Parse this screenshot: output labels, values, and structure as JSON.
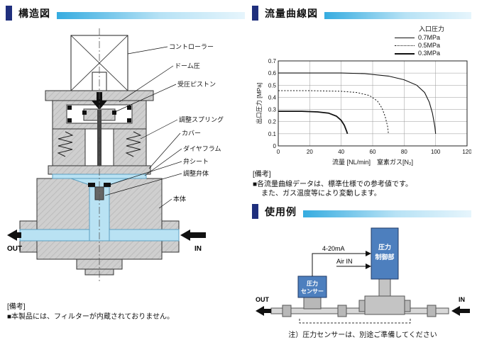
{
  "page": {
    "accent_dark": "#1f2f7d",
    "accent_light": "#36ace0",
    "flow_color": "#b9e2f3",
    "box_blue": "#4d7fbe"
  },
  "structure_section": {
    "title": "構造図",
    "labels": {
      "controller": "コントローラー",
      "dome_pressure": "ドーム圧",
      "piston": "受圧ピストン",
      "spring": "調整スプリング",
      "cover": "カバー",
      "diaphragm": "ダイヤフラム",
      "valve_seat": "弁シート",
      "valve_plug": "調整弁体",
      "body": "本体",
      "out": "OUT",
      "in": "IN"
    },
    "note_title": "[備考]",
    "note_text": "■本製品には、フィルターが内蔵されておりません。"
  },
  "flow_section": {
    "title": "流量曲線図",
    "legend_title": "入口圧力",
    "note_title": "[備考]",
    "note_line1": "■各流量曲線データは、標準仕様での参考値です。",
    "note_line2": "また、ガス温度等により変動します。"
  },
  "chart_data": {
    "type": "line",
    "title": "",
    "xlabel": "流量 [NL/min]　窒素ガス[N₂]",
    "ylabel": "出口圧力 [MPa]",
    "xlim": [
      0,
      120
    ],
    "ylim": [
      0,
      0.7
    ],
    "xticks": [
      0,
      20,
      40,
      60,
      80,
      100,
      120
    ],
    "yticks": [
      0,
      0.1,
      0.2,
      0.3,
      0.4,
      0.5,
      0.6,
      0.7
    ],
    "grid": true,
    "legend_position": "top-right-outside",
    "series": [
      {
        "name": "0.7MPa",
        "style": "solid",
        "points": [
          [
            0,
            0.6
          ],
          [
            20,
            0.6
          ],
          [
            40,
            0.6
          ],
          [
            55,
            0.595
          ],
          [
            70,
            0.575
          ],
          [
            80,
            0.545
          ],
          [
            88,
            0.5
          ],
          [
            93,
            0.44
          ],
          [
            96,
            0.36
          ],
          [
            98,
            0.27
          ],
          [
            99.5,
            0.16
          ],
          [
            100,
            0.1
          ]
        ]
      },
      {
        "name": "0.5MPa",
        "style": "dashed",
        "points": [
          [
            0,
            0.455
          ],
          [
            20,
            0.455
          ],
          [
            40,
            0.45
          ],
          [
            50,
            0.44
          ],
          [
            58,
            0.415
          ],
          [
            63,
            0.37
          ],
          [
            66,
            0.31
          ],
          [
            68,
            0.24
          ],
          [
            69.5,
            0.16
          ],
          [
            70,
            0.1
          ]
        ]
      },
      {
        "name": "0.3MPa",
        "style": "bold",
        "points": [
          [
            0,
            0.285
          ],
          [
            15,
            0.285
          ],
          [
            25,
            0.28
          ],
          [
            32,
            0.27
          ],
          [
            37,
            0.245
          ],
          [
            40,
            0.21
          ],
          [
            42,
            0.17
          ],
          [
            43.5,
            0.12
          ],
          [
            44,
            0.1
          ]
        ]
      }
    ]
  },
  "usage_section": {
    "title": "使用例",
    "signal_label": "4-20mA",
    "air_in_label": "Air IN",
    "controller_lines": [
      "圧力",
      "制御部"
    ],
    "sensor_lines": [
      "圧力",
      "センサー"
    ],
    "out_label": "OUT",
    "in_label": "IN",
    "note": "注）圧力センサーは、別途ご準備してください"
  }
}
